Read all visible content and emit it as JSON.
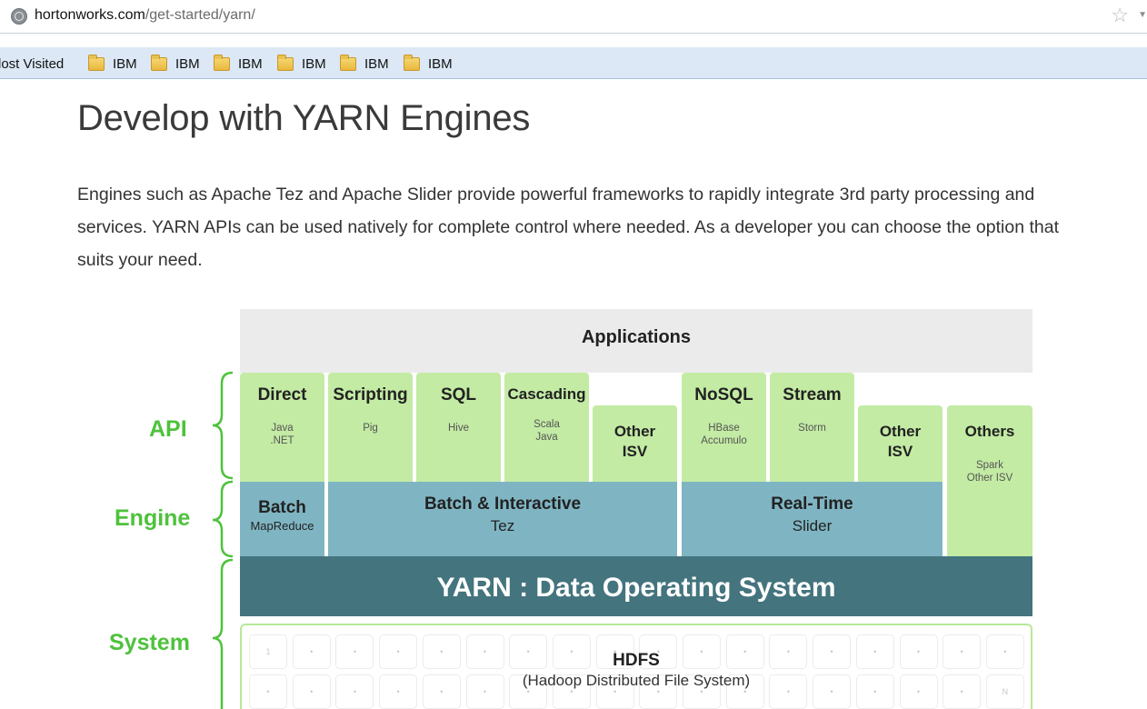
{
  "browser": {
    "url_domain": "hortonworks.com",
    "url_path": "/get-started/yarn/",
    "bookmarks_bar": [
      "lost Visited",
      "IBM",
      "IBM",
      "IBM",
      "IBM",
      "IBM",
      "IBM"
    ]
  },
  "page": {
    "title": "Develop with YARN Engines",
    "description": "Engines such as Apache Tez and Apache Slider provide powerful frameworks to rapidly integrate 3rd party processing and services. YARN APIs can be used natively for complete control where needed. As a developer you can choose the option that suits your need."
  },
  "diagram": {
    "applications": "Applications",
    "side_labels": {
      "api": "API",
      "engine": "Engine",
      "system": "System"
    },
    "api_boxes": [
      {
        "title": "Direct",
        "sub": "Java\n.NET"
      },
      {
        "title": "Scripting",
        "sub": "Pig"
      },
      {
        "title": "SQL",
        "sub": "Hive"
      },
      {
        "title": "Cascading",
        "sub": "Scala\nJava"
      },
      {
        "title": "Other\nISV"
      },
      {
        "title": "NoSQL",
        "sub": "HBase\nAccumulo"
      },
      {
        "title": "Stream",
        "sub": "Storm"
      },
      {
        "title": "Other\nISV"
      },
      {
        "title": "Others",
        "sub": "Spark\nOther ISV"
      }
    ],
    "engines": [
      {
        "title": "Batch",
        "sub": "MapReduce"
      },
      {
        "title": "Batch & Interactive",
        "sub": "Tez"
      },
      {
        "title": "Real-Time",
        "sub": "Slider"
      }
    ],
    "yarn": "YARN : Data Operating System",
    "hdfs": {
      "title": "HDFS",
      "subtitle": "(Hadoop Distributed File System)",
      "first_node": "1",
      "last_node": "N"
    },
    "colors": {
      "api_green": "#c3eba4",
      "engine_blue": "#7fb5c3",
      "yarn_teal": "#44747e",
      "label_green": "#4ec23c"
    }
  }
}
